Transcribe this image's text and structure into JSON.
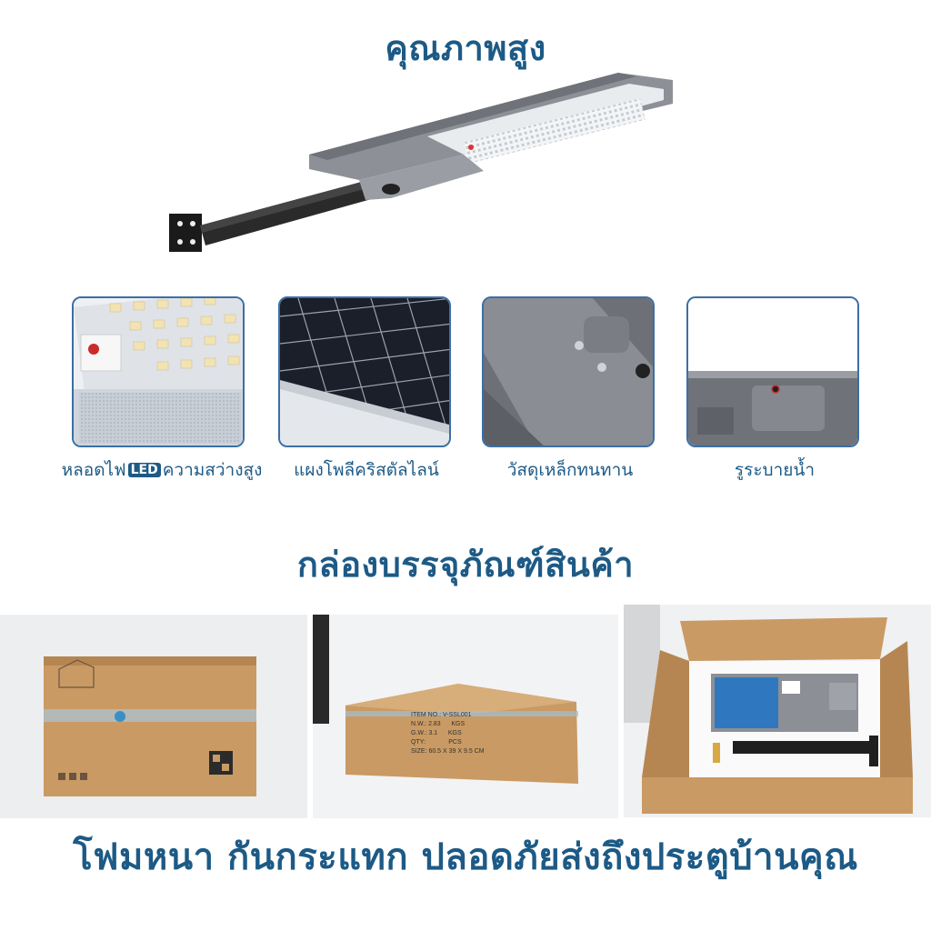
{
  "header": {
    "title": "คุณภาพสูง"
  },
  "features": [
    {
      "label_pre": "หลอดไฟ",
      "badge": "LED",
      "label_post": "ความสว่างสูง",
      "icon": "led-panel-closeup"
    },
    {
      "label": "แผงโพลีคริสตัลไลน์",
      "icon": "solar-panel-closeup"
    },
    {
      "label": "วัสดุเหล็กทนทาน",
      "icon": "metal-housing-closeup"
    },
    {
      "label": "รูระบายน้ำ",
      "icon": "drain-hole-closeup"
    }
  ],
  "packaging": {
    "title": "กล่องบรรจุภัณฑ์สินค้า",
    "box_label": {
      "item": "ITEM NO.: V-SSL001",
      "nw": "N.W.:",
      "nw_val": "2.83",
      "gw": "G.W.:",
      "gw_val": "3.1",
      "qty": "QTY:",
      "kgs": "KGS",
      "pcs": "PCS",
      "size": "SIZE: 60.5 X 39 X 9.5 CM"
    }
  },
  "footer": {
    "tagline": "โฟมหนา กันกระแทก ปลอดภัยส่งถึงประตูบ้านคุณ"
  },
  "colors": {
    "accent": "#1d5a86",
    "frame": "#3b6fa5",
    "cardboard": "#c99a64"
  }
}
